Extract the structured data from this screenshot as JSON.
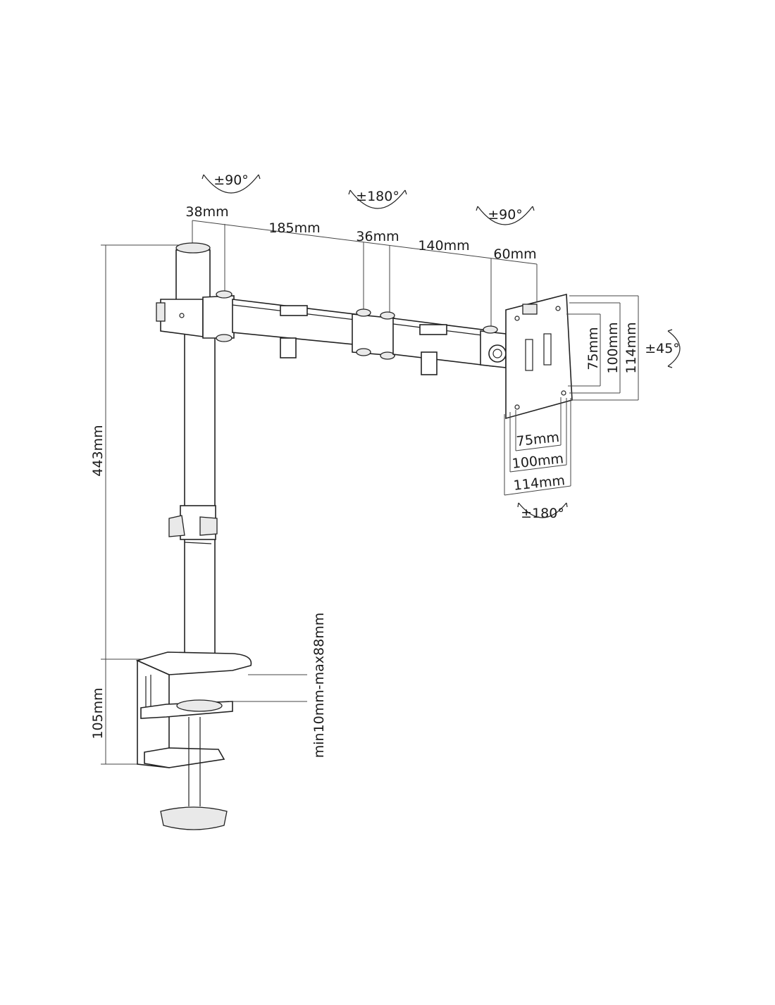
{
  "diagram": {
    "rotation_labels": {
      "pole_swivel": "±90°",
      "arm_swivel": "±180°",
      "head_swivel": "±90°",
      "plate_rotation": "±45°",
      "plate_tilt": "±180°"
    },
    "arm_lengths": {
      "pole_offset": "38mm",
      "first_arm": "185mm",
      "joint": "36mm",
      "second_arm": "140mm",
      "head": "60mm"
    },
    "vesa_vertical": [
      "75mm",
      "100mm",
      "114mm"
    ],
    "vesa_horizontal": [
      "75mm",
      "100mm",
      "114mm"
    ],
    "pole_height": "443mm",
    "clamp_height": "105mm",
    "clamp_range": "min10mm-max88mm"
  }
}
